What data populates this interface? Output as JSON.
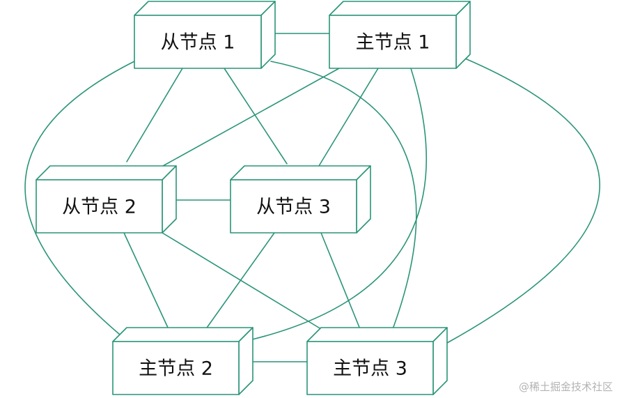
{
  "colors": {
    "stroke": "#2a9478",
    "text": "#111111",
    "watermark": "#b3b3b3"
  },
  "nodes": [
    {
      "id": "slave1",
      "label": "从节点 1",
      "role": "slave"
    },
    {
      "id": "master1",
      "label": "主节点 1",
      "role": "master"
    },
    {
      "id": "slave2",
      "label": "从节点 2",
      "role": "slave"
    },
    {
      "id": "slave3",
      "label": "从节点 3",
      "role": "slave"
    },
    {
      "id": "master2",
      "label": "主节点 2",
      "role": "master"
    },
    {
      "id": "master3",
      "label": "主节点 3",
      "role": "master"
    }
  ],
  "edges": [
    {
      "from": "slave1",
      "to": "master1"
    },
    {
      "from": "slave2",
      "to": "slave3"
    },
    {
      "from": "master2",
      "to": "master3"
    },
    {
      "from": "slave1",
      "to": "slave2"
    },
    {
      "from": "slave1",
      "to": "slave3"
    },
    {
      "from": "master1",
      "to": "slave2"
    },
    {
      "from": "master1",
      "to": "slave3"
    },
    {
      "from": "slave2",
      "to": "master2"
    },
    {
      "from": "slave2",
      "to": "master3"
    },
    {
      "from": "slave3",
      "to": "master2"
    },
    {
      "from": "slave3",
      "to": "master3"
    },
    {
      "from": "slave1",
      "to": "master2"
    },
    {
      "from": "slave1",
      "to": "master3"
    },
    {
      "from": "master1",
      "to": "master2"
    },
    {
      "from": "master1",
      "to": "master3"
    }
  ],
  "watermark": "@稀土掘金技术社区"
}
